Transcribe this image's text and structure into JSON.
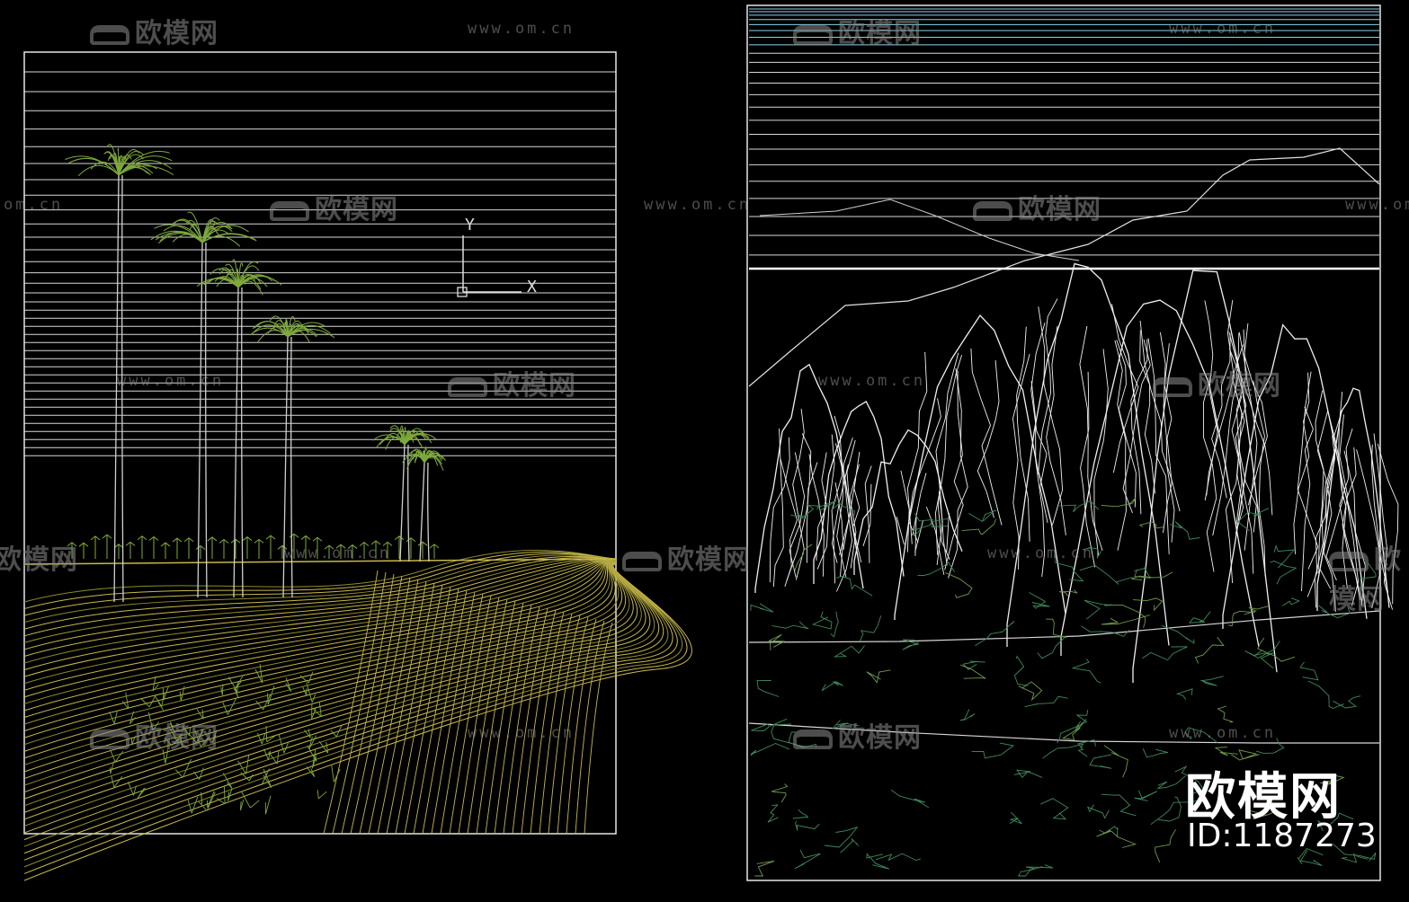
{
  "watermarks": {
    "logo_text": "欧模网",
    "url_text": "www.om.cn",
    "partial_url": "om.cn"
  },
  "brand": {
    "name": "欧模网",
    "id_text": "ID:1187273"
  },
  "ucs": {
    "y_label": "Y",
    "x_label": "X"
  },
  "colors": {
    "background": "#000000",
    "frame_line": "#e6e6e6",
    "sky_line_left": "#d8d8d8",
    "sky_line_right_top": "#8fd0e8",
    "ground_yellow": "#c8b84a",
    "ground_yellow_dark": "#8c8a2e",
    "tree_green": "#7faa3c",
    "rock_white": "#f0f0f0",
    "vegetation_green": "#3f8a5a"
  },
  "panels": {
    "left": {
      "name": "palm-trees-with-winding-ground-elevation"
    },
    "right": {
      "name": "karst-mountain-rockery-elevation"
    }
  }
}
